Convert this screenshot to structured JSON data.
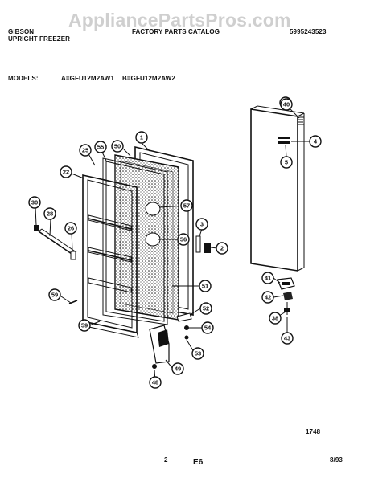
{
  "watermark": "AppliancePartsPros.com",
  "header": {
    "brand": "GIBSON",
    "product": "UPRIGHT FREEZER",
    "catalog": "FACTORY PARTS CATALOG",
    "part_number": "5995243523"
  },
  "models": {
    "label": "MODELS:",
    "a": "A=GFU12M2AW1",
    "b": "B=GFU12M2AW2"
  },
  "callouts": [
    {
      "label": "1"
    },
    {
      "label": "2"
    },
    {
      "label": "3"
    },
    {
      "label": "4"
    },
    {
      "label": "5"
    },
    {
      "label": "22"
    },
    {
      "label": "25"
    },
    {
      "label": "26"
    },
    {
      "label": "28"
    },
    {
      "label": "30"
    },
    {
      "label": "38"
    },
    {
      "label": "39"
    },
    {
      "label": "40"
    },
    {
      "label": "41"
    },
    {
      "label": "42"
    },
    {
      "label": "43"
    },
    {
      "label": "48"
    },
    {
      "label": "49"
    },
    {
      "label": "50"
    },
    {
      "label": "51"
    },
    {
      "label": "52"
    },
    {
      "label": "53"
    },
    {
      "label": "54"
    },
    {
      "label": "55"
    },
    {
      "label": "56"
    },
    {
      "label": "57"
    },
    {
      "label": "59"
    },
    {
      "label": "59"
    }
  ],
  "footer": {
    "diagram_code": "1748",
    "page": "2",
    "section": "E6",
    "date": "8/93"
  }
}
